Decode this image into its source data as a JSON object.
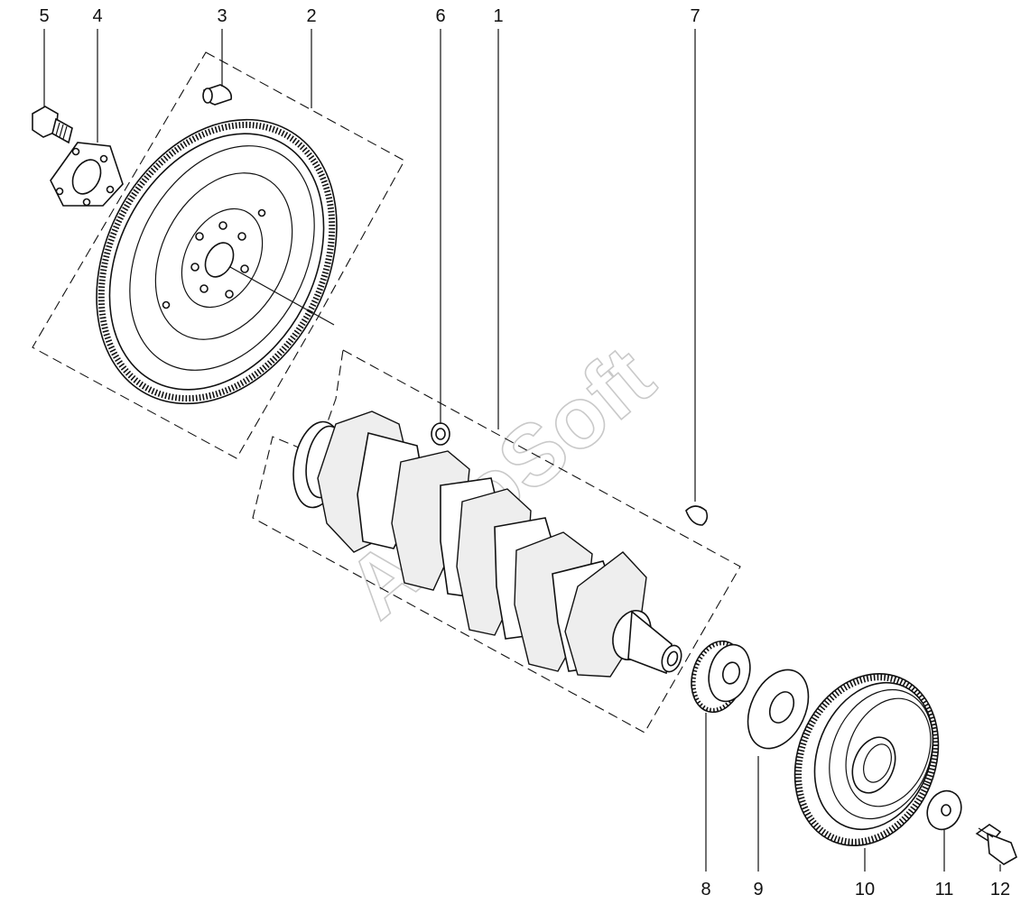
{
  "callouts": [
    "1",
    "2",
    "3",
    "4",
    "5",
    "6",
    "7",
    "8",
    "9",
    "10",
    "11",
    "12"
  ],
  "watermark": "AutoSoft",
  "colors": {
    "line": "#111111",
    "watermark": "#c9c9c9",
    "background": "#ffffff"
  }
}
